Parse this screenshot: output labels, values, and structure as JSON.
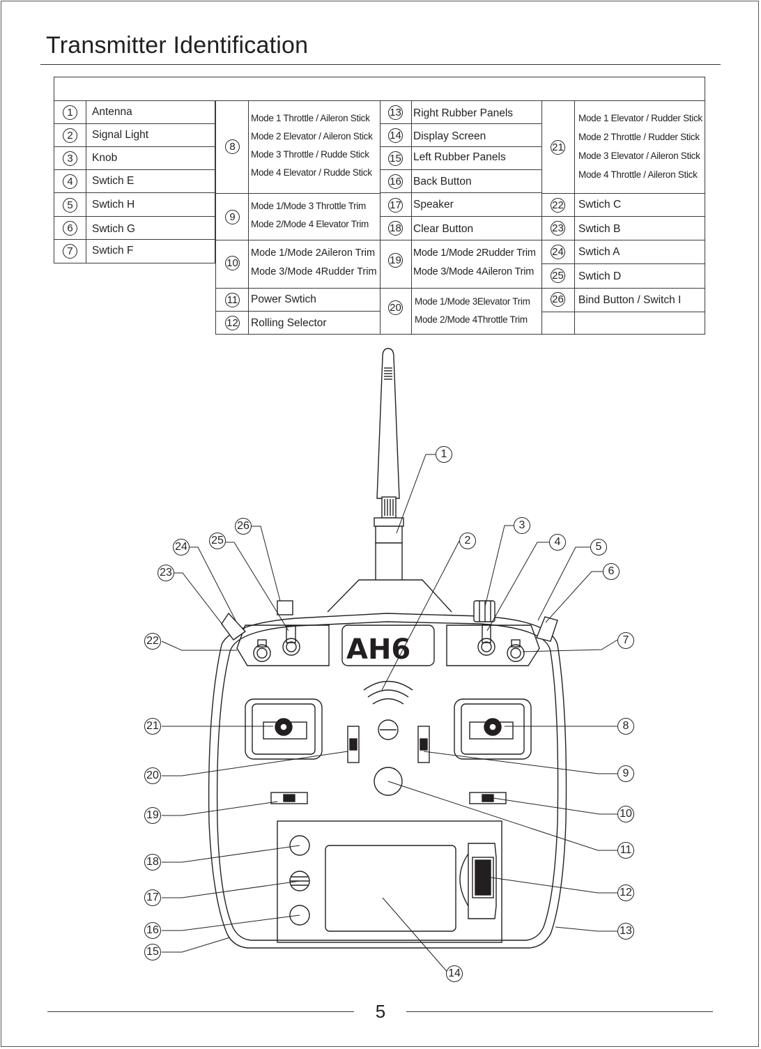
{
  "page": {
    "title": "Transmitter Identification",
    "page_number": "5"
  },
  "parts": [
    {
      "n": "1",
      "label": "Antenna"
    },
    {
      "n": "2",
      "label": "Signal Light"
    },
    {
      "n": "3",
      "label": "Knob"
    },
    {
      "n": "4",
      "label": "Swtich E"
    },
    {
      "n": "5",
      "label": "Swtich H"
    },
    {
      "n": "6",
      "label": "Swtich G"
    },
    {
      "n": "7",
      "label": "Swtich F"
    },
    {
      "n": "8",
      "lines": [
        "Mode 1 Throttle / Aileron Stick",
        "Mode 2 Elevator / Aileron Stick",
        "Mode 3 Throttle / Rudde Stick",
        "Mode 4 Elevator / Rudde Stick"
      ]
    },
    {
      "n": "9",
      "lines": [
        "Mode 1/Mode 3 Throttle Trim",
        "Mode 2/Mode 4 Elevator Trim"
      ]
    },
    {
      "n": "10",
      "lines": [
        "Mode 1/Mode 2Aileron Trim",
        "Mode 3/Mode 4Rudder Trim"
      ]
    },
    {
      "n": "11",
      "label": "Power Swtich"
    },
    {
      "n": "12",
      "label": "Rolling Selector"
    },
    {
      "n": "13",
      "label": "Right Rubber Panels"
    },
    {
      "n": "14",
      "label": "Display Screen"
    },
    {
      "n": "15",
      "label": "Left Rubber Panels"
    },
    {
      "n": "16",
      "label": "Back Button"
    },
    {
      "n": "17",
      "label": "Speaker"
    },
    {
      "n": "18",
      "label": "Clear Button"
    },
    {
      "n": "19",
      "lines": [
        "Mode 1/Mode 2Rudder Trim",
        "Mode 3/Mode 4Aileron Trim"
      ]
    },
    {
      "n": "20",
      "lines": [
        "Mode 1/Mode 3Elevator Trim",
        "Mode 2/Mode 4Throttle Trim"
      ]
    },
    {
      "n": "21",
      "lines": [
        "Mode 1 Elevator / Rudder Stick",
        "Mode 2 Throttle / Rudder Stick",
        "Mode 3 Elevator / Aileron Stick",
        "Mode 4 Throttle / Aileron Stick"
      ]
    },
    {
      "n": "22",
      "label": "Swtich C"
    },
    {
      "n": "23",
      "label": "Swtich B"
    },
    {
      "n": "24",
      "label": "Swtich A"
    },
    {
      "n": "25",
      "label": "Swtich D"
    },
    {
      "n": "26",
      "label": "Bind Button / Switch I"
    }
  ],
  "diagram": {
    "logo_text": "AH6"
  }
}
